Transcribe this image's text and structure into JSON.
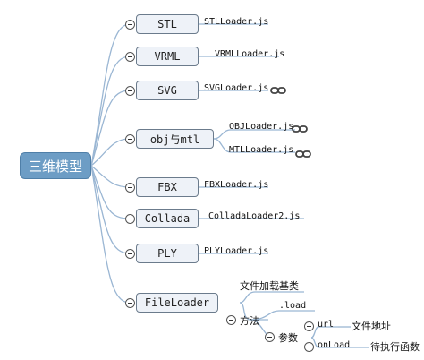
{
  "root": {
    "label": "三维模型"
  },
  "nodes": {
    "stl": {
      "label": "STL",
      "leaf": "STLLoader.js"
    },
    "vrml": {
      "label": "VRML",
      "leaf": "VRMLLoader.js"
    },
    "svg": {
      "label": "SVG",
      "leaf": "SVGLoader.js"
    },
    "objmtl": {
      "label": "obj与mtl",
      "leaves": [
        "OBJLoader.js",
        "MTLLoader.js"
      ]
    },
    "fbx": {
      "label": "FBX",
      "leaf": "FBXLoader.js"
    },
    "collada": {
      "label": "Collada",
      "leaf": "ColladaLoader2.js"
    },
    "ply": {
      "label": "PLY",
      "leaf": "PLYLoader.js"
    },
    "fileloader": {
      "label": "FileLoader",
      "desc": "文件加载基类",
      "method_label": "方法",
      "method_name": ".load",
      "params_label": "参数",
      "params": [
        {
          "name": "url",
          "desc": "文件地址"
        },
        {
          "name": "onLoad",
          "desc": "待执行函数"
        }
      ]
    }
  },
  "icons": [
    "link-icon"
  ],
  "colors": {
    "branch": "#9ab6d3",
    "root_fill": "#6d9dc5",
    "node_fill": "#eef2f8"
  }
}
